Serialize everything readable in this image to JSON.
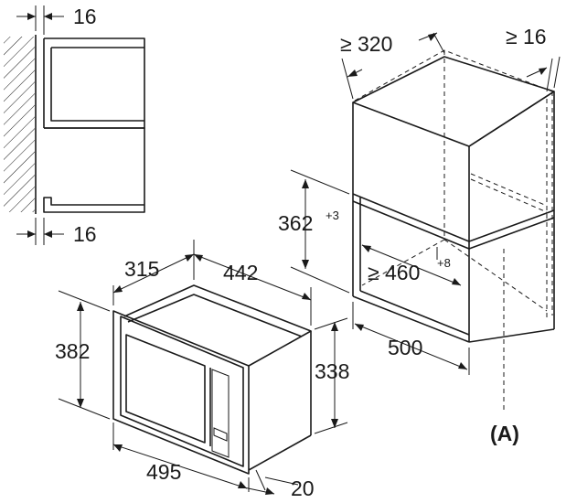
{
  "dimensions": {
    "wall_gap_top": "16",
    "wall_gap_bottom": "16",
    "niche_width_min": "≥ 320",
    "niche_side_min": "≥ 16",
    "niche_height": "362",
    "niche_height_tol": "+3",
    "niche_depth_min": "≥ 460",
    "niche_depth_tol": "+8",
    "cabinet_depth": "500",
    "callout_a": "(A)",
    "device_depth": "315",
    "device_width_body": "442",
    "device_height_front": "382",
    "device_height_body": "338",
    "device_width_front": "495",
    "device_frame": "20"
  }
}
